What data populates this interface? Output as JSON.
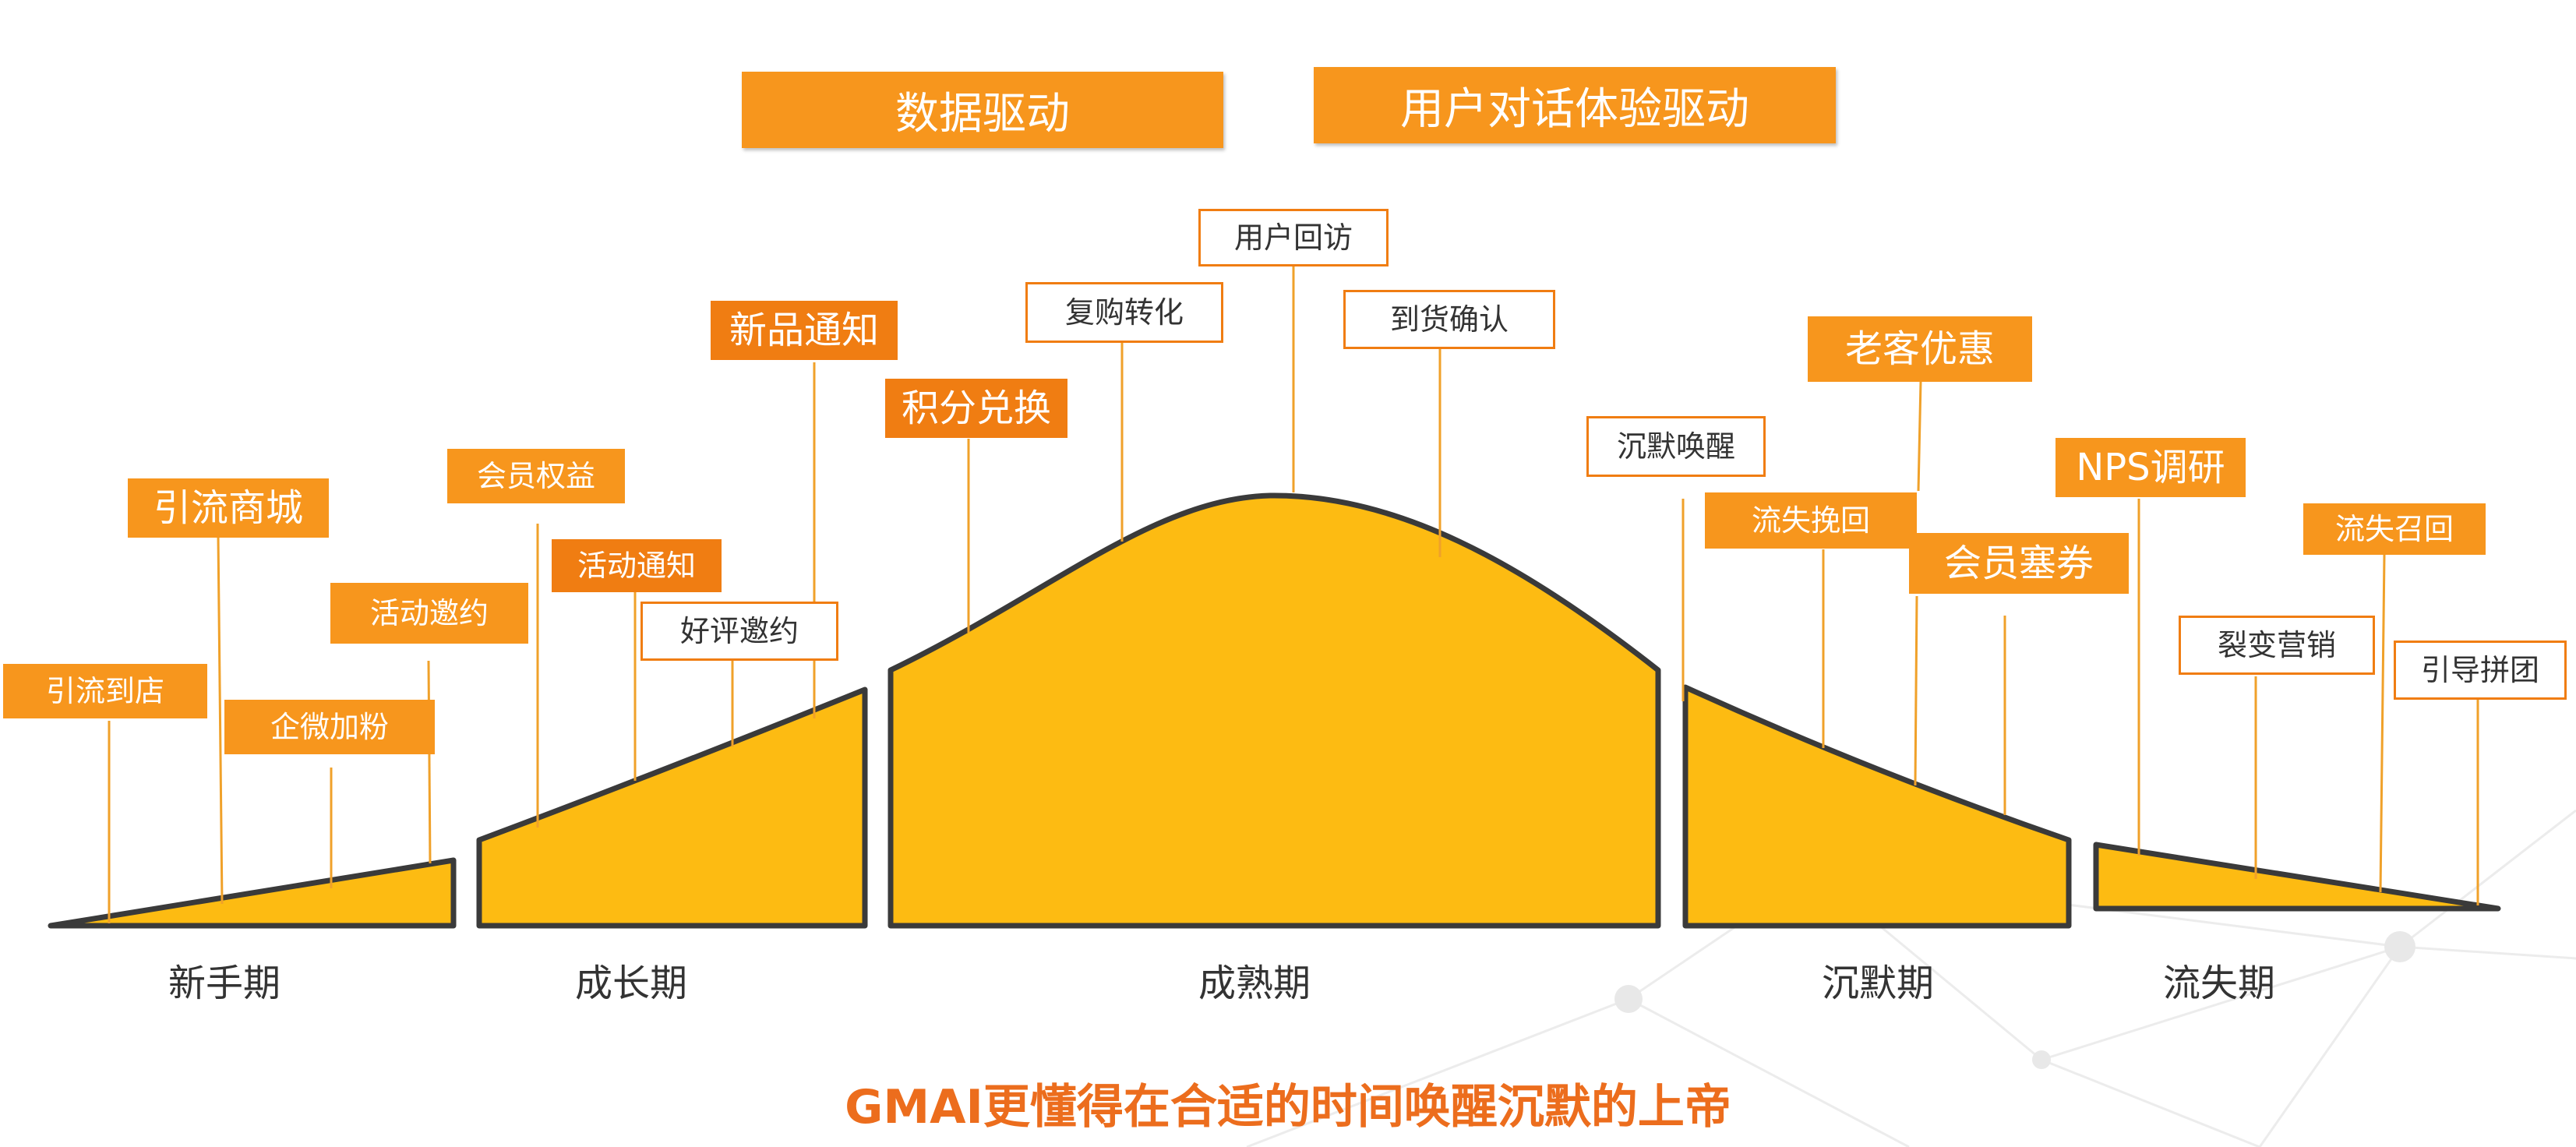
{
  "header": {
    "data_drive": "数据驱动",
    "dialog_drive": "用户对话体验驱动"
  },
  "tags": {
    "yinliu_daodian": "引流到店",
    "yinliu_shangcheng": "引流商城",
    "qiwei_jiafen": "企微加粉",
    "huodong_yaoyue": "活动邀约",
    "huiyuan_quanyi": "会员权益",
    "huodong_tongzhi": "活动通知",
    "haoping_yaoyue": "好评邀约",
    "xinpin_tongzhi": "新品通知",
    "jifen_duihuan": "积分兑换",
    "fugou_zhuanhua": "复购转化",
    "yonghu_huifang": "用户回访",
    "daohuo_queren": "到货确认",
    "chenmo_huanxing": "沉默唤醒",
    "laoke_youhui": "老客优惠",
    "liushi_wanhui": "流失挽回",
    "huiyuan_saiquan": "会员塞券",
    "nps_diaoyan": "NPS调研",
    "liebian_yingxiao": "裂变营销",
    "liushi_zhaohui": "流失召回",
    "yindao_pintuan": "引导拼团"
  },
  "phases": {
    "novice": "新手期",
    "growth": "成长期",
    "mature": "成熟期",
    "silent": "沉默期",
    "churn": "流失期"
  },
  "headline": "GMAI更懂得在合适的时间唤醒沉默的上帝",
  "colors": {
    "curve_fill": "#fdbb12",
    "curve_stroke": "#3a3a3a",
    "tag_orange": "#f7961d",
    "tag_orange_dark": "#f07d12",
    "leader_line": "#f0a12a",
    "headline": "#ec6d1d"
  }
}
